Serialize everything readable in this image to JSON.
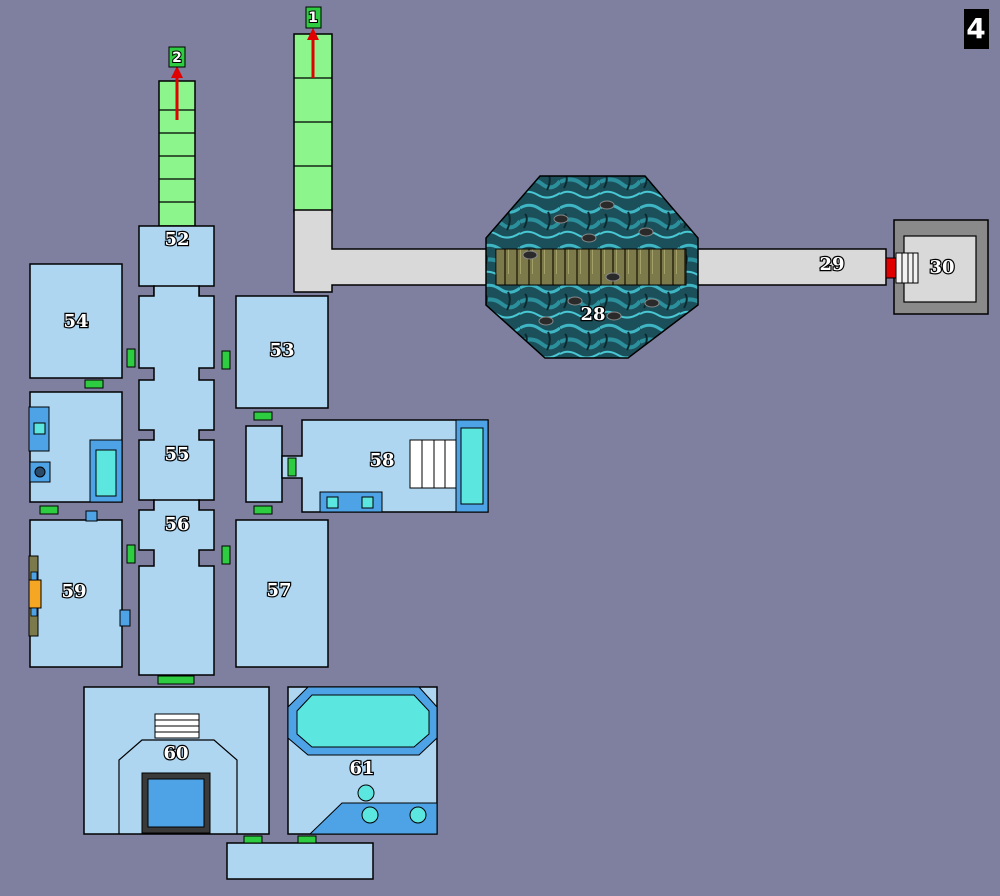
{
  "level": "4",
  "exits": [
    {
      "id": "exit-2",
      "label": "2"
    },
    {
      "id": "exit-1",
      "label": "1"
    }
  ],
  "rooms": {
    "r28": "28",
    "r29": "29",
    "r30": "30",
    "r52": "52",
    "r53": "53",
    "r54": "54",
    "r55": "55",
    "r56": "56",
    "r57": "57",
    "r58": "58",
    "r59": "59",
    "r60": "60",
    "r61": "61"
  },
  "colors": {
    "background": "#7f7f9f",
    "room_fill": "#aed6f1",
    "corridor_green": "#8cf58c",
    "door_green": "#2ecc40",
    "stone_gray": "#d9d9d9",
    "water_teal": "#1b5a66",
    "exit_arrow": "#e00000",
    "pool": "#5ce6e0"
  }
}
